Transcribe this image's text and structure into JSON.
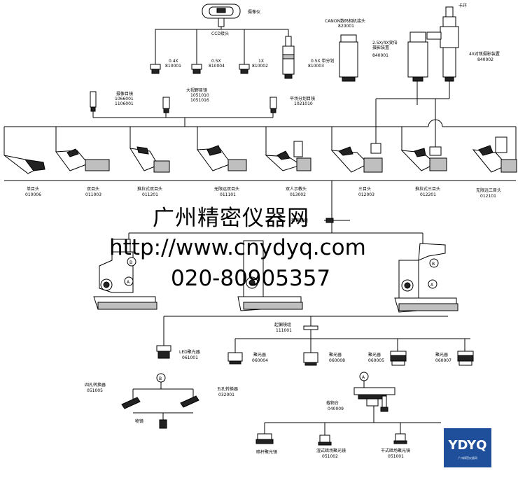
{
  "top": {
    "camera": "摄像仪",
    "ccd_adapter": "CCD接头",
    "a04_l1": "0.4X",
    "a04_l2": "810001",
    "a05_l1": "0.5X",
    "a05_l2": "810004",
    "a1_l1": "1X",
    "a1_l2": "810002",
    "a05div_l1": "0.5X 带分划",
    "a05div_l2": "810003",
    "canon_l1": "CANON数码相机接头",
    "canon_l2": "820001",
    "zoom_l1": "2.5X/4X变倍",
    "zoom_l2": "摄影装置",
    "zoom_l3": "840001",
    "ring": "卡环",
    "focus4_l1": "4X对焦摄影装置",
    "focus4_l2": "840002"
  },
  "eyepieces": {
    "cam_l1": "摄像目镜",
    "cam_l2": "1066001",
    "cam_l3": "1106001",
    "wide_l1": "大视野目镜",
    "wide_l2": "1051010",
    "wide_l3": "1051016",
    "flat_l1": "平场分划目镜",
    "flat_l2": "1021010"
  },
  "heads": [
    {
      "l1": "单目头",
      "l2": "010006"
    },
    {
      "l1": "双目头",
      "l2": "011003"
    },
    {
      "l1": "推拉式双目头",
      "l2": "011201"
    },
    {
      "l1": "无限远双目头",
      "l2": "011101"
    },
    {
      "l1": "双人示教头",
      "l2": "013002"
    },
    {
      "l1": "三目头",
      "l2": "012003"
    },
    {
      "l1": "推拉式三目头",
      "l2": "012201"
    },
    {
      "l1": "无限远三目头",
      "l2": "012101"
    }
  ],
  "middle": {
    "obj_partial": "检偏镜组",
    "mark_a": "A",
    "mark_b": "B",
    "polarizer_l1": "起偏镜组",
    "polarizer_l2": "111001"
  },
  "condensers": {
    "led_l1": "LED聚光器",
    "led_l2": "061001",
    "c1_l1": "聚光器",
    "c1_l2": "060004",
    "c2_l1": "聚光器",
    "c2_l2": "060008",
    "c3_l1": "聚光器",
    "c3_l2": "060005",
    "c4_l1": "聚光器",
    "c4_l2": "060007"
  },
  "bottom": {
    "nose4_l1": "四孔转换器",
    "nose4_l2": "051005",
    "nose5_l1": "五孔转换器",
    "nose5_l2": "032001",
    "objective": "物镜",
    "stage_l1": "载物台",
    "stage_l2": "040009",
    "dark_dry": "暗杆聚光镜",
    "wet_l1": "湿式暗场聚光镜",
    "wet_l2": "051002",
    "dry_l1": "干式暗场聚光镜",
    "dry_l2": "051001"
  },
  "watermark": {
    "company": "广州精密仪器网",
    "url": "http://www.cnydyq.com",
    "phone": "020-80905357"
  },
  "logo": {
    "text": "YDYQ",
    "sub": "广州精密仪器网"
  }
}
